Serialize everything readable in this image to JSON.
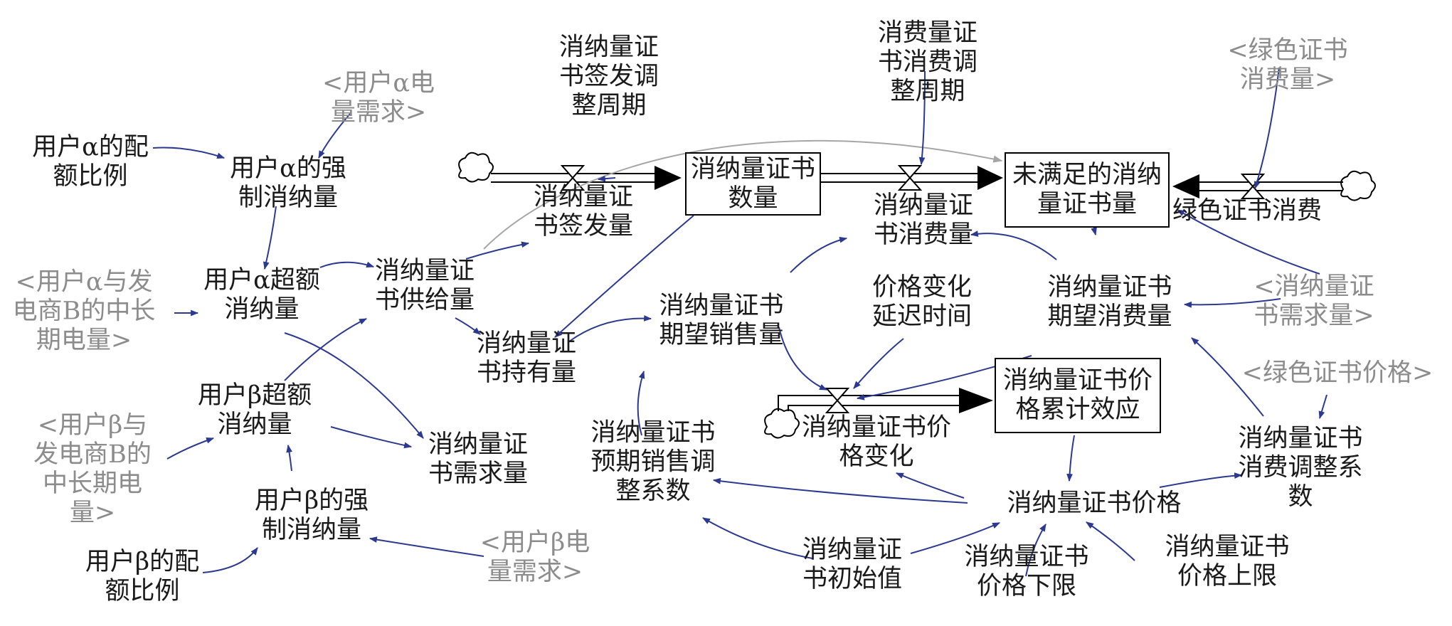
{
  "colors": {
    "link": "#2b3990",
    "shadow_text": "#8c8c8c",
    "text": "#1a1a1a",
    "grey_arrow": "#a6a6a6"
  },
  "stocks": {
    "cert_quantity": "消纳量证书\n数量",
    "unmet_cert": "未满足的消纳\n量证书量",
    "price_effect": "消纳量证书价\n格累计效应"
  },
  "flows": {
    "issue_amount": "消纳量证\n书签发量",
    "consume_amount": "消纳量证\n书消费量",
    "green_consume": "绿色证书消费",
    "price_change": "消纳量证书价\n格变化"
  },
  "variables": {
    "alpha_quota": "用户α的配\n额比例",
    "alpha_forced": "用户α的强\n制消纳量",
    "alpha_excess": "用户α超额\n消纳量",
    "beta_excess": "用户β超额\n消纳量",
    "beta_forced": "用户β的强\n制消纳量",
    "beta_quota": "用户β的配\n额比例",
    "supply": "消纳量证\n书供给量",
    "holding": "消纳量证\n书持有量",
    "demand_left": "消纳量证\n书需求量",
    "issue_period": "消纳量证\n书签发调\n整周期",
    "consume_period": "消费量证\n书消费调\n整周期",
    "expected_sales": "消纳量证书\n期望销售量",
    "delay": "价格变化\n延迟时间",
    "expected_consume": "消纳量证书\n期望消费量",
    "sales_coef": "消纳量证书\n预期销售调\n整系数",
    "price": "消纳量证书价格",
    "consume_coef": "消纳量证书\n消费调整系\n数",
    "initial": "消纳量证\n书初始值",
    "lower": "消纳量证书\n价格下限",
    "upper": "消纳量证书\n价格上限"
  },
  "shadow_vars": {
    "alpha_demand": "<用户α电\n量需求>",
    "alpha_contract": "<用户α与发\n电商B的中长\n期电量>",
    "beta_contract": "<用户β与\n发电商B的\n中长期电\n量>",
    "beta_demand": "<用户β电\n量需求>",
    "green_consume_qty": "<绿色证书\n消费量>",
    "cert_demand": "<消纳量证\n书需求量>",
    "green_price": "<绿色证书价格>"
  }
}
